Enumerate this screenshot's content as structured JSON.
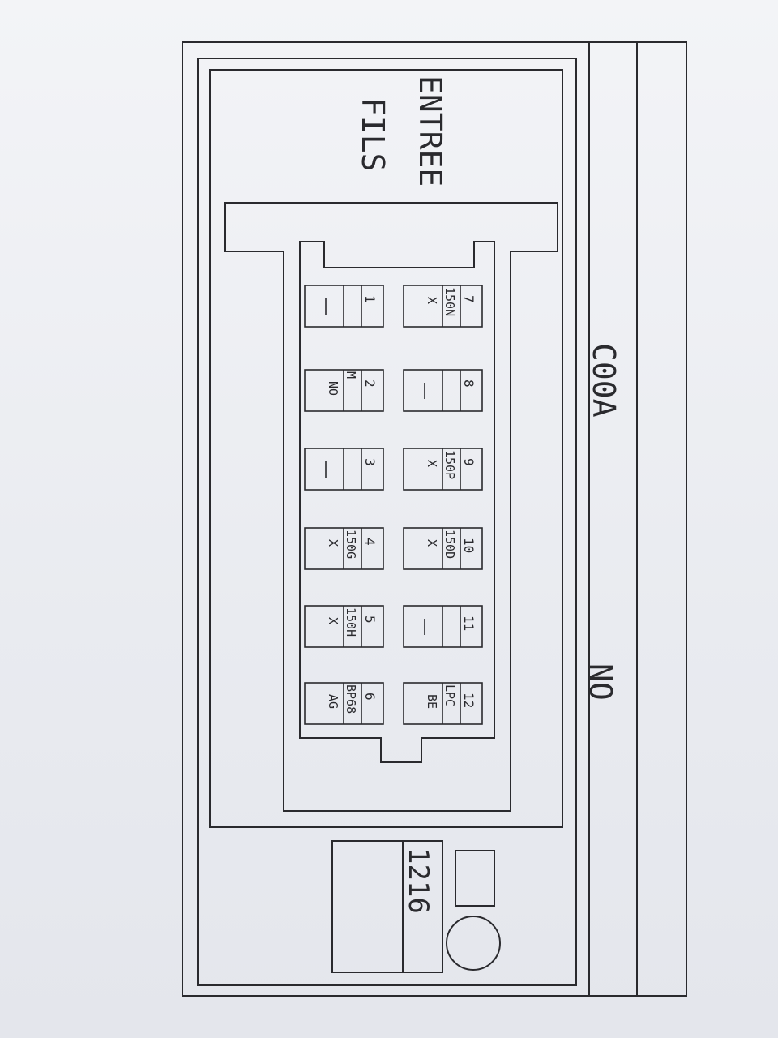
{
  "connector_code": "C00A",
  "heading": {
    "line1": "ENTREE",
    "line2": "FILS"
  },
  "side_label": "NO",
  "ref_number": "1216",
  "cells": [
    {
      "num": "1",
      "top": "",
      "bottom": ""
    },
    {
      "num": "2",
      "top": "M",
      "bottom": "NO"
    },
    {
      "num": "3",
      "top": "",
      "bottom": ""
    },
    {
      "num": "4",
      "top": "150G",
      "bottom": "X"
    },
    {
      "num": "5",
      "top": "150H",
      "bottom": "X"
    },
    {
      "num": "6",
      "top": "BP68",
      "bottom": "AG"
    },
    {
      "num": "7",
      "top": "150N",
      "bottom": "X"
    },
    {
      "num": "8",
      "top": "",
      "bottom": ""
    },
    {
      "num": "9",
      "top": "150P",
      "bottom": "X"
    },
    {
      "num": "10",
      "top": "150D",
      "bottom": "X"
    },
    {
      "num": "11",
      "top": "",
      "bottom": ""
    },
    {
      "num": "12",
      "top": "LPC",
      "bottom": "BE"
    }
  ]
}
